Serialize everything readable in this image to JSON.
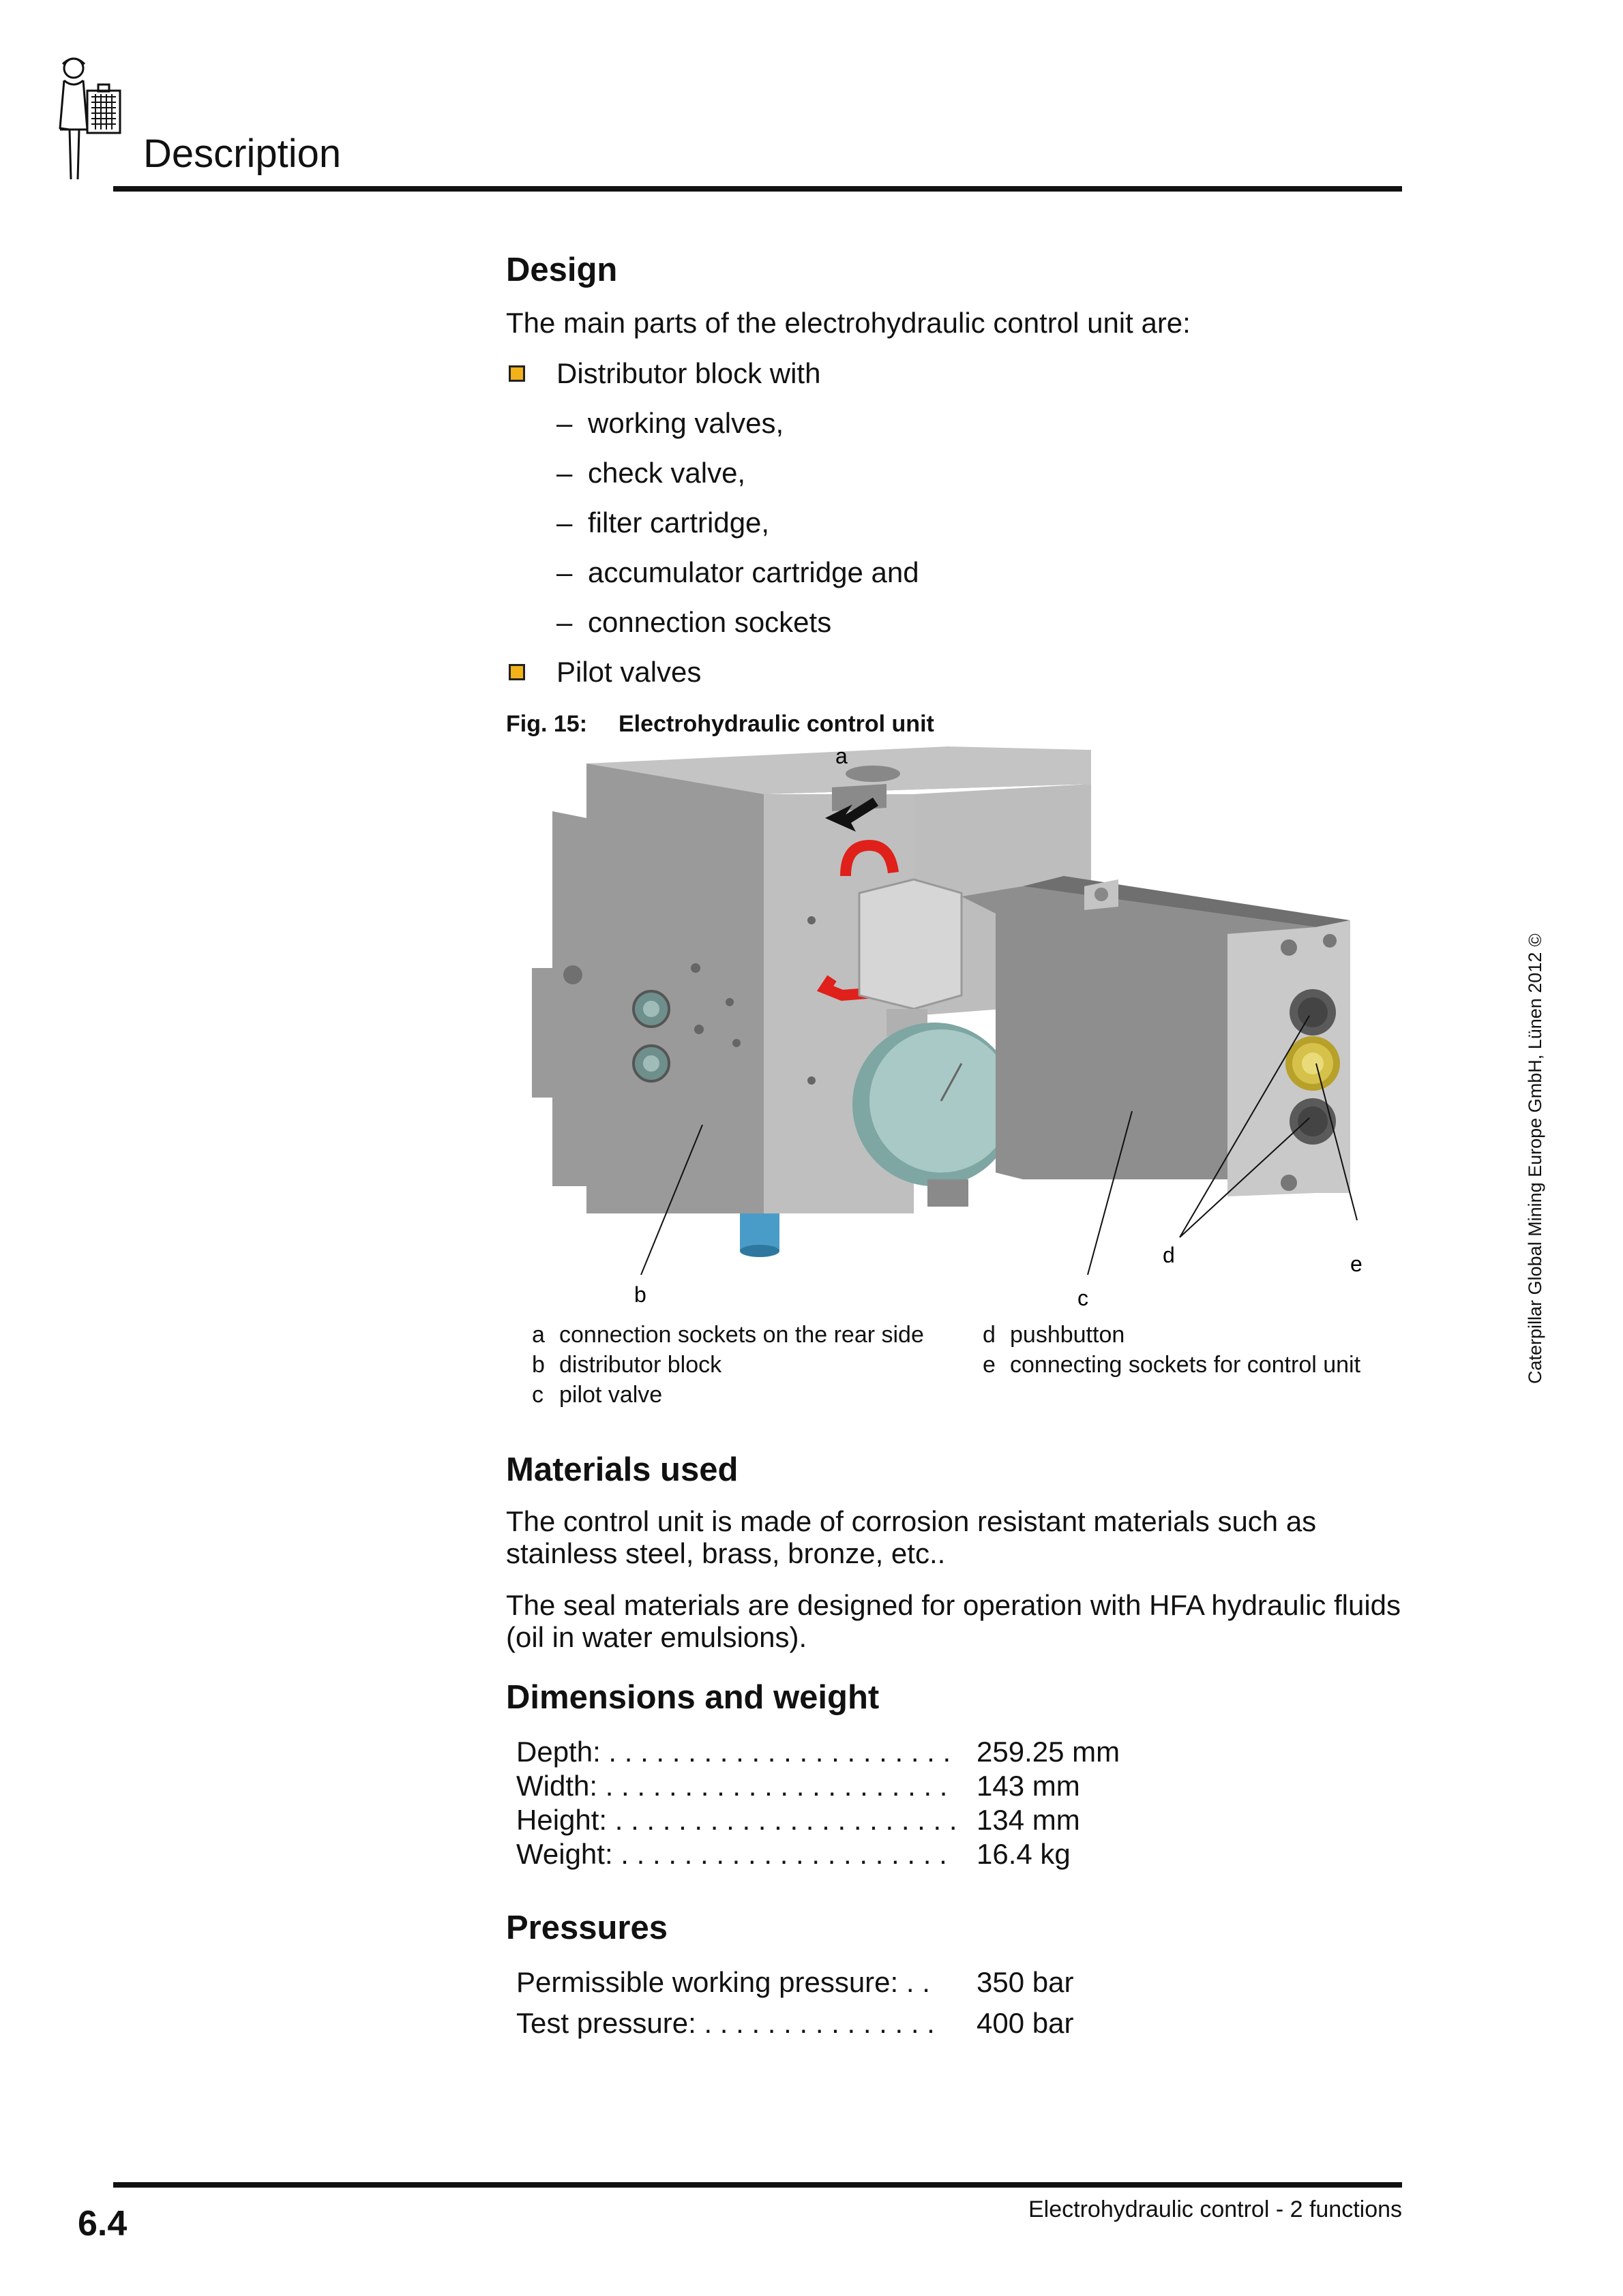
{
  "header": {
    "title": "Description"
  },
  "design": {
    "heading": "Design",
    "intro": "The main parts of the electrohydraulic control unit are:",
    "bullets": [
      {
        "label": "Distributor block with",
        "sub": [
          "working valves,",
          "check valve,",
          "filter cartridge,",
          "accumulator cartridge and",
          "connection sockets"
        ]
      },
      {
        "label": "Pilot valves",
        "sub": []
      }
    ]
  },
  "figure": {
    "number": "Fig. 15:",
    "title": "Electrohydraulic control unit",
    "callouts": [
      "a",
      "b",
      "c",
      "d",
      "e"
    ],
    "legend_left": [
      {
        "key": "a",
        "text": "connection sockets on the rear side"
      },
      {
        "key": "b",
        "text": "distributor block"
      },
      {
        "key": "c",
        "text": "pilot valve"
      }
    ],
    "legend_right": [
      {
        "key": "d",
        "text": "pushbutton"
      },
      {
        "key": "e",
        "text": "connecting sockets for control unit"
      }
    ],
    "colors": {
      "block": "#8e8e8e",
      "block_light": "#b9b9b9",
      "handle": "#e0201a",
      "gauge": "#8fb4b0",
      "socket_yellow": "#d6c24a",
      "blue_fitting": "#4a9cc8"
    }
  },
  "materials": {
    "heading": "Materials used",
    "p1": "The control unit is made of corrosion resistant materials such as stainless steel, brass, bronze, etc..",
    "p2": "The seal materials are designed for operation with HFA hydraulic fluids (oil in water emulsions)."
  },
  "dimensions": {
    "heading": "Dimensions and weight",
    "rows": [
      {
        "label": "Depth:",
        "dots": " . . . . . . . . . . . . . . . . . . . . . .",
        "value": "259.25 mm"
      },
      {
        "label": "Width:",
        "dots": " . . . . . . . . . . . . . . . . . . . . . .",
        "value": "143 mm"
      },
      {
        "label": "Height:",
        "dots": " . . . . . . . . . . . . . . . . . . . . . .",
        "value": "134 mm"
      },
      {
        "label": "Weight:",
        "dots": " . . . . . . . . . . . . . . . . . . . . .",
        "value": "16.4 kg"
      }
    ]
  },
  "pressures": {
    "heading": "Pressures",
    "rows": [
      {
        "label": "Permissible working pressure:",
        "dots": " . .",
        "value": "350 bar"
      },
      {
        "label": "Test pressure:",
        "dots": " . . . . . . . . . . . . . . .",
        "value": "400 bar"
      }
    ]
  },
  "footer": {
    "page": "6.4",
    "title": "Electrohydraulic control - 2 functions"
  },
  "side": {
    "copyright": "Caterpillar Global Mining Europe GmbH, Lünen 2012",
    "symbol": "©"
  }
}
